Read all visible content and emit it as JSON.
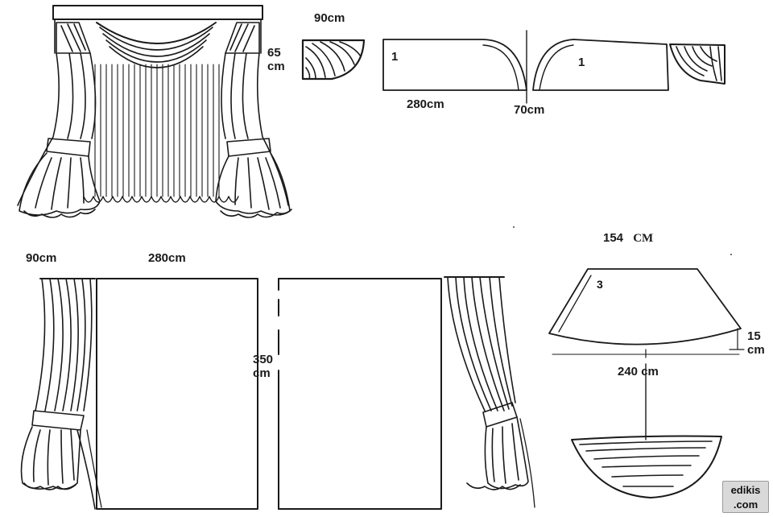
{
  "labels": {
    "swag_width": "90cm",
    "valance_height_num": "65",
    "valance_height_unit": "cm",
    "valance_length": "280cm",
    "valance_depth": "70cm",
    "piece_1_left": "1",
    "piece_1_right": "1",
    "panel_width_left": "90cm",
    "panel_width_right": "280cm",
    "panel_height_num": "350",
    "panel_height_unit": "cm",
    "arc_top_num": "154",
    "arc_top_unit": "CM",
    "arc_piece": "3",
    "arc_height_num": "15",
    "arc_height_unit": "cm",
    "arc_bottom": "240 cm"
  },
  "logo": {
    "line1": "edikis",
    "line2": ".com"
  },
  "colors": {
    "ink": "#1a1a1a",
    "logo_bg": "#d9d9d9",
    "background": "#ffffff"
  }
}
